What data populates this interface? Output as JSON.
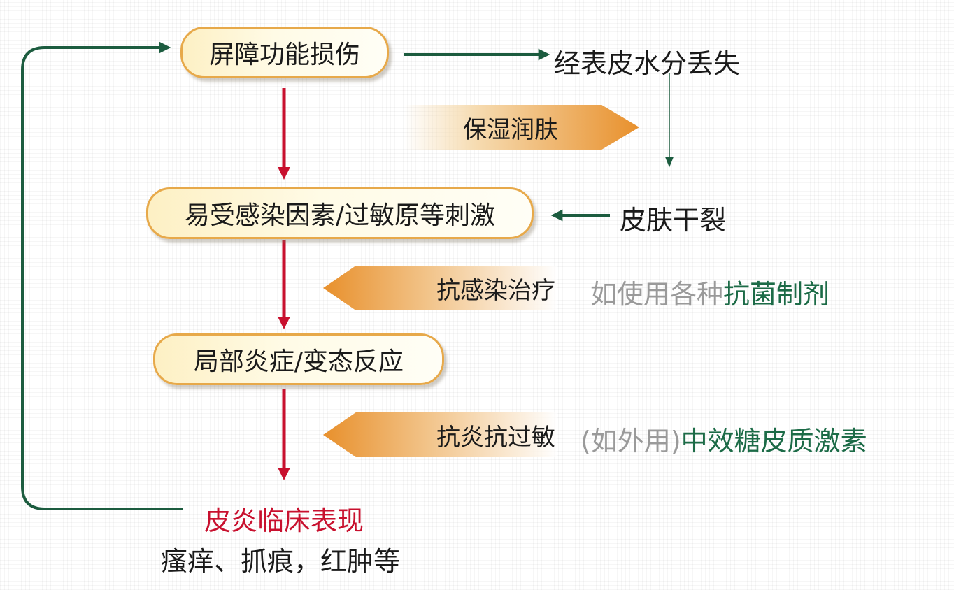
{
  "nodes": {
    "barrier": "屏障功能损伤",
    "susceptible": "易受感染因素/过敏原等刺激",
    "inflammation": "局部炎症/变态反应",
    "clinical_title": "皮炎临床表现",
    "clinical_detail": "瘙痒、抓痕，红肿等"
  },
  "side": {
    "water_loss": "经表皮水分丢失",
    "dry_crack": "皮肤干裂"
  },
  "interventions": {
    "moisturize": "保湿润肤",
    "anti_infection": "抗感染治疗",
    "anti_inflammation": "抗炎抗过敏"
  },
  "notes": {
    "anti_infection_prefix": "如使用各种",
    "anti_infection_drug": "抗菌制剂",
    "anti_inflammation_prefix": "(如外用)",
    "anti_inflammation_drug": "中效糖皮质激素"
  },
  "colors": {
    "main_arrow": "#c8102e",
    "feedback_arrow": "#1c5c3f",
    "box_border": "#e7a94a",
    "banner_orange": "#e8902c",
    "drug_green": "#1c6b47",
    "note_gray": "#9a9a9a"
  }
}
